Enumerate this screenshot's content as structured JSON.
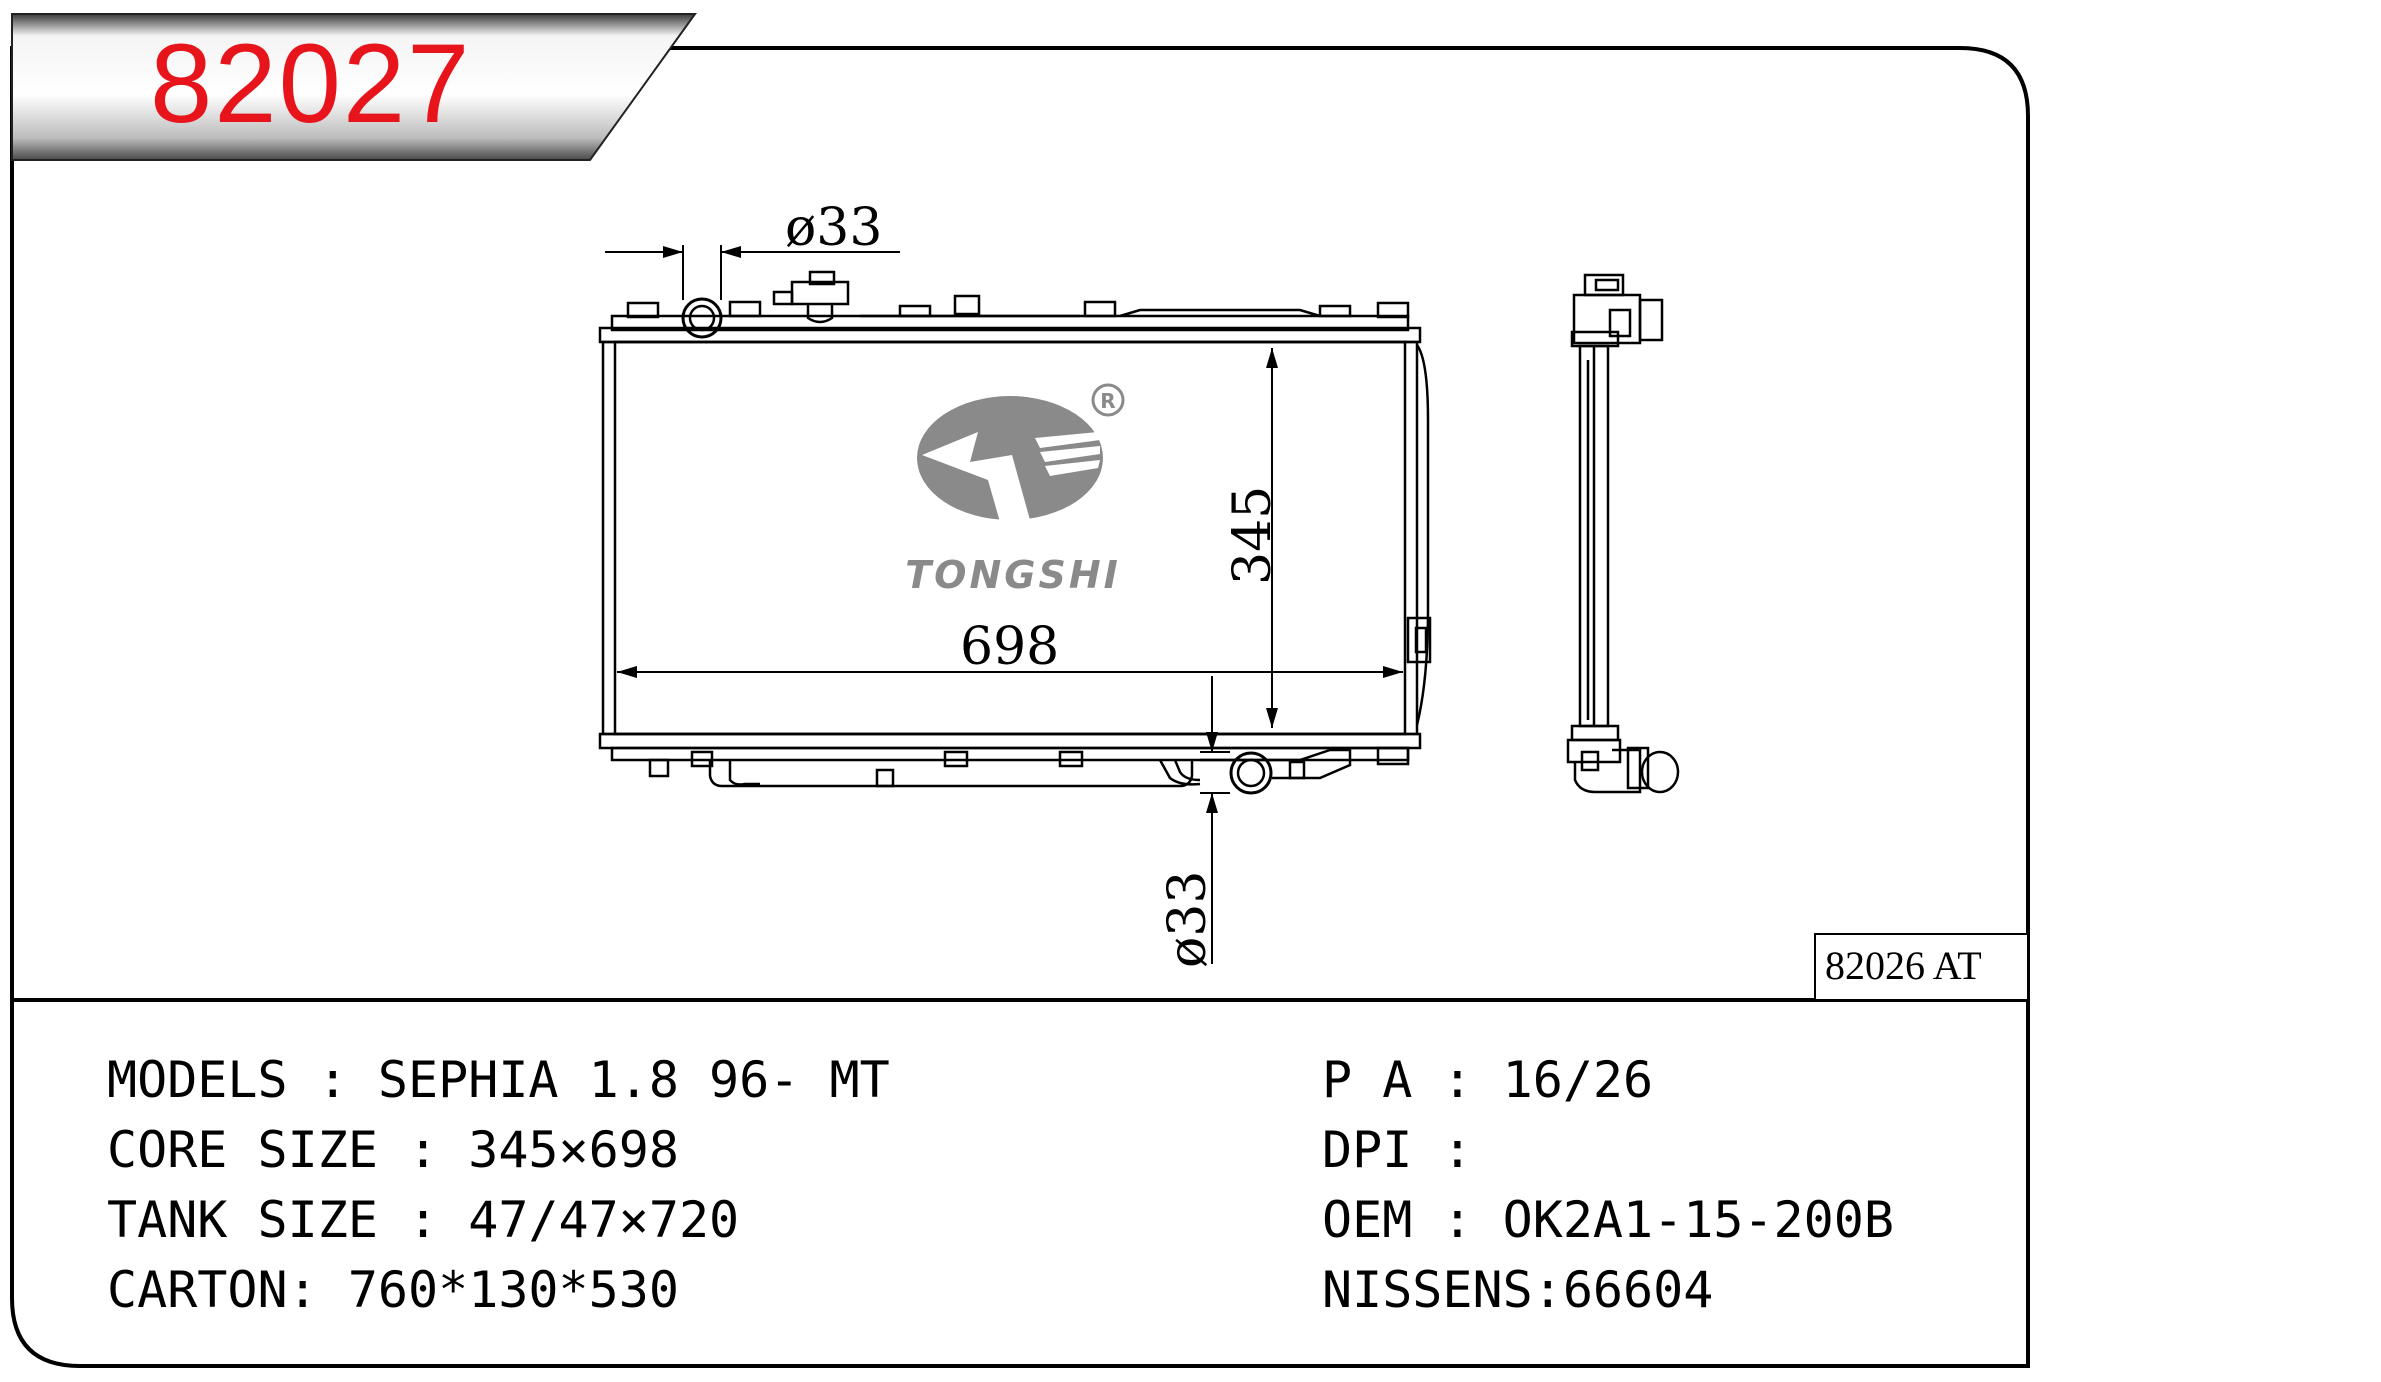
{
  "header": {
    "part_number": "82027",
    "accent_color": "#e8141c"
  },
  "drawing": {
    "inlet_dia": "ø33",
    "outlet_dia": "ø33",
    "core_height": "345",
    "core_width": "698",
    "brand": "TONGSHI",
    "registered_mark": "R",
    "variant_label": "82026 AT"
  },
  "specs": {
    "models": "MODELS : SEPHIA 1.8 96- MT",
    "core_size": "CORE SIZE : 345×698",
    "tank_size": "TANK SIZE : 47/47×720",
    "carton": "CARTON: 760*130*530",
    "pa": "P A : 16/26",
    "dpi": "DPI :",
    "oem": "OEM : OK2A1-15-200B",
    "nissens": "NISSENS:66604"
  }
}
